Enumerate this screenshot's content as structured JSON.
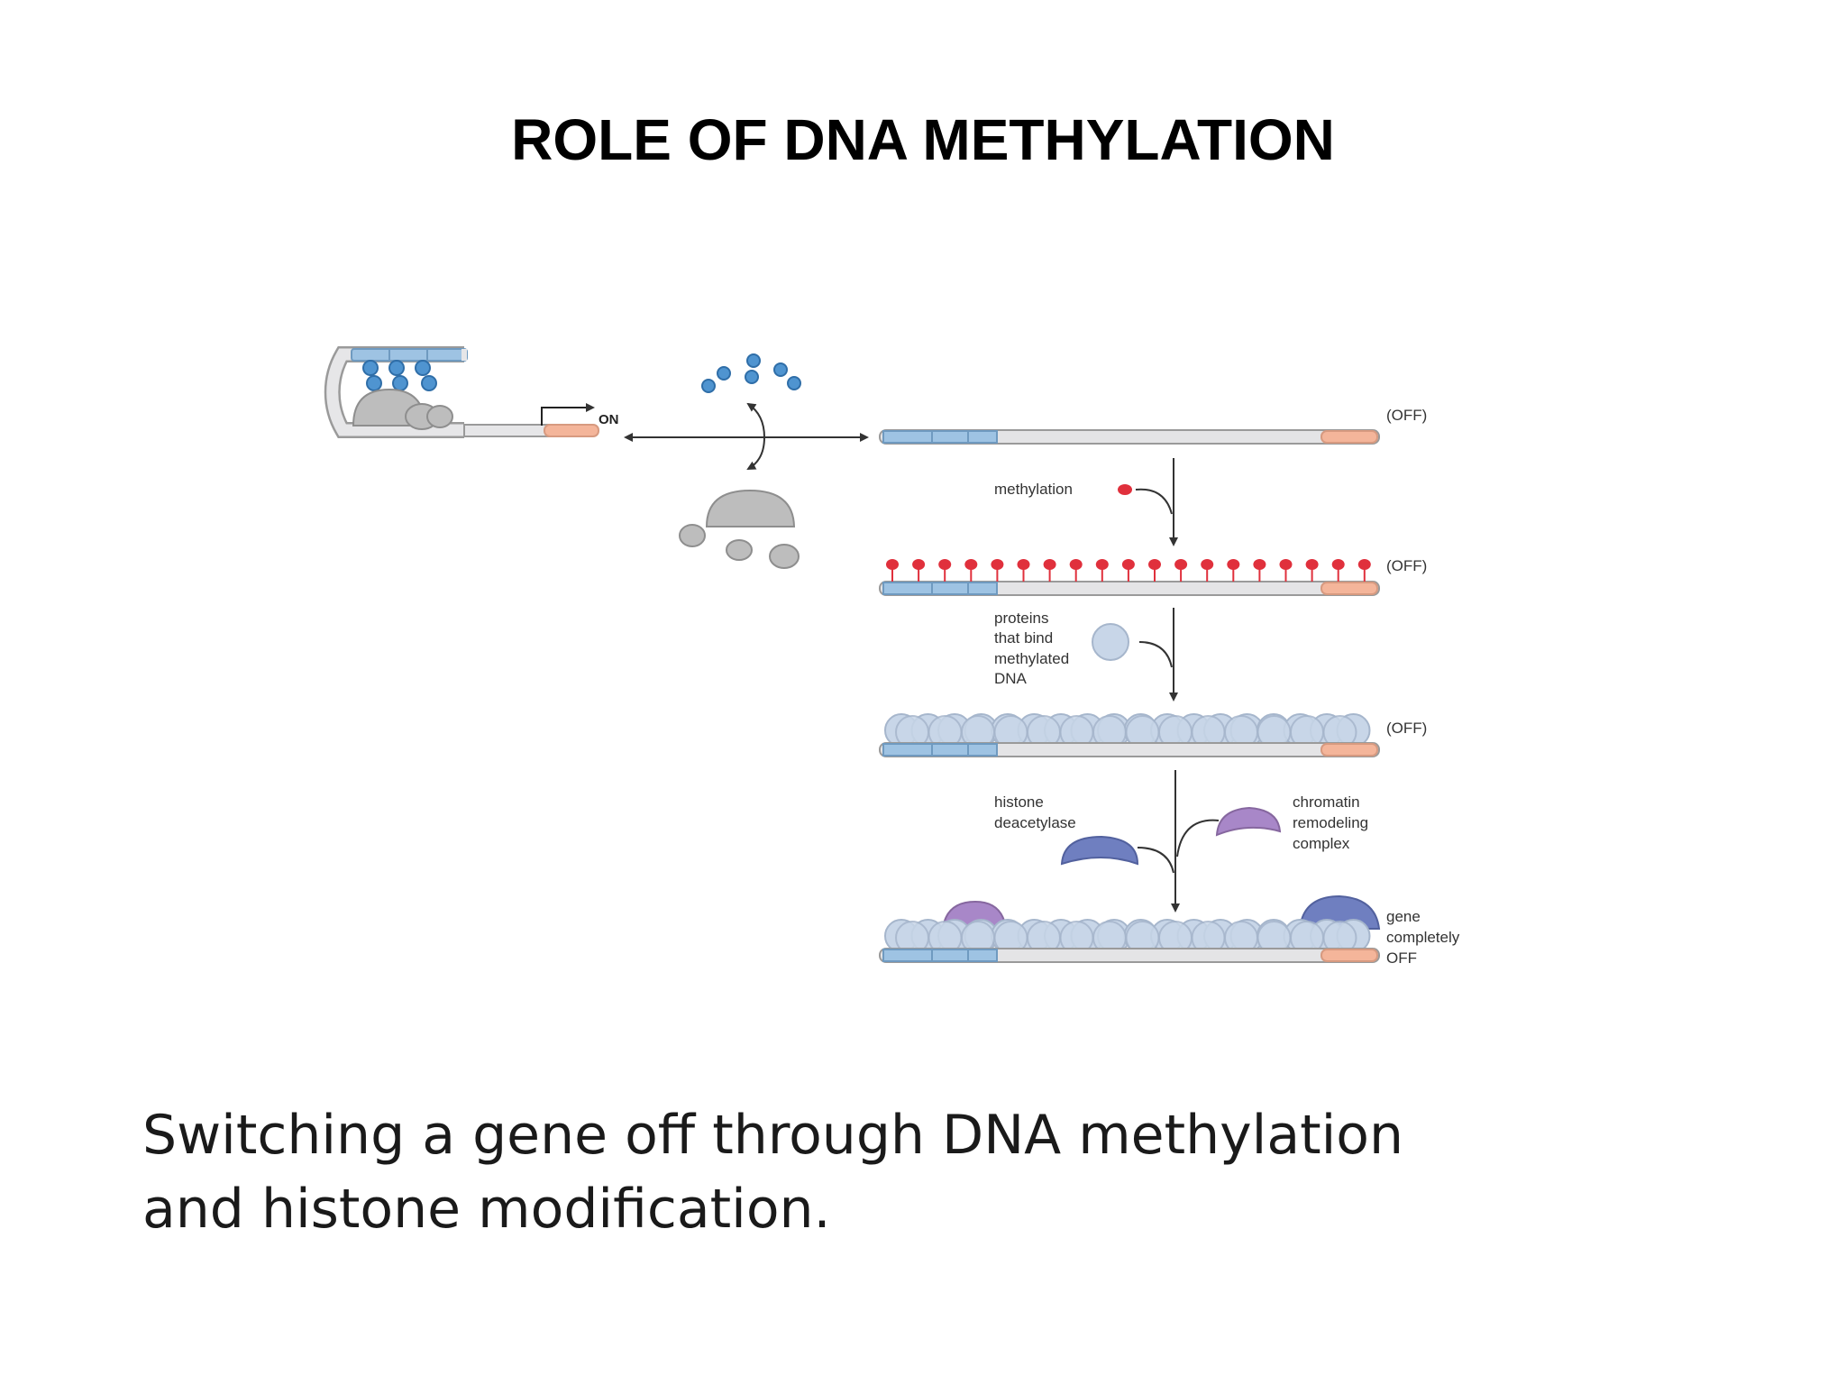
{
  "slide": {
    "title": "ROLE OF DNA METHYLATION"
  },
  "diagram": {
    "on_label": "ON",
    "off_label": "(OFF)",
    "methylation_label": "methylation",
    "binding_proteins_label": [
      "proteins",
      "that bind",
      "methylated",
      "DNA"
    ],
    "hdac_label": [
      "histone",
      "deacetylase"
    ],
    "remodeling_label": [
      "chromatin",
      "remodeling",
      "complex"
    ],
    "final_label": [
      "gene",
      "completely",
      "OFF"
    ],
    "colors": {
      "dna": "#e4e4e6",
      "dna_outline": "#9a9a9a",
      "gene_region": "#9ec3e3",
      "promoter": "#f4b59a",
      "methyl": "#e0303c",
      "bound_protein": "#c8d6e8",
      "hdac": "#6f7fc0",
      "remodeler": "#a887c8",
      "activator": "#4f94d0",
      "polymerase": "#bdbdbd"
    }
  },
  "caption": {
    "line1": "Switching a gene off through DNA methylation",
    "line2": "and histone modification."
  }
}
